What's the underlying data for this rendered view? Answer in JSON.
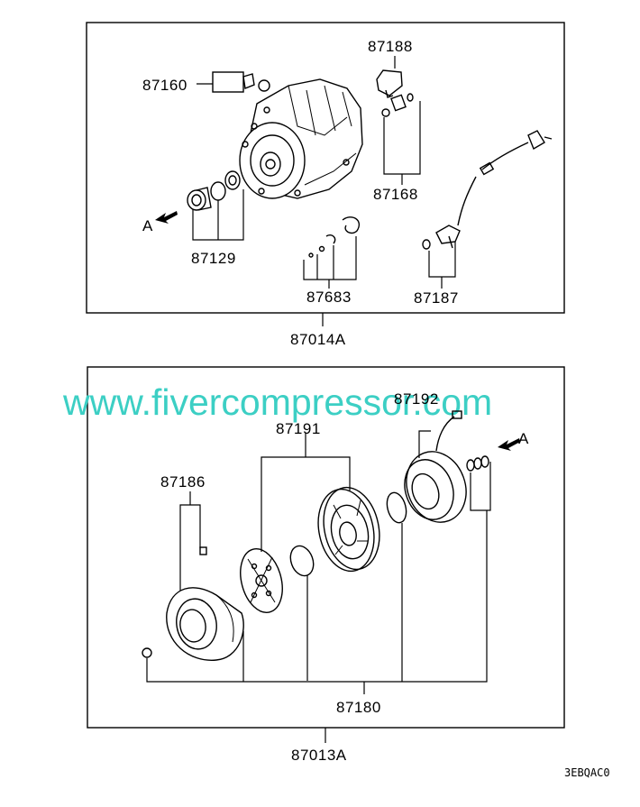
{
  "upper_panel": {
    "assembly_label": "87014A",
    "parts": {
      "p87160": "87160",
      "p87188": "87188",
      "p87168": "87168",
      "p87129": "87129",
      "p87683": "87683",
      "p87187": "87187"
    },
    "view_marker": "A"
  },
  "lower_panel": {
    "assembly_label": "87013A",
    "parts": {
      "p87192": "87192",
      "p87191": "87191",
      "p87186": "87186",
      "p87180": "87180"
    },
    "view_marker": "A"
  },
  "watermark": "www.fivercompressor.com",
  "drawing_code": "3EBQAC0",
  "colors": {
    "line": "#000000",
    "watermark": "#3ccfc4",
    "background": "#ffffff"
  }
}
